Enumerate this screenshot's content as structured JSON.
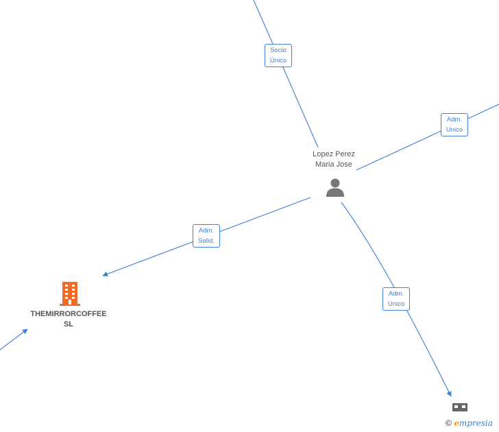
{
  "nodes": {
    "person": {
      "line1": "Lopez Perez",
      "line2": "Maria Jose",
      "icon": "person-icon"
    },
    "company": {
      "line1": "THEMIRRORCOFFEE",
      "line2": "SL",
      "icon": "building-icon",
      "color": "#f26a2a"
    },
    "company_small": {
      "icon": "building-icon",
      "color": "#666666"
    }
  },
  "edges": [
    {
      "id": "socio-unico",
      "line1": "Socio",
      "line2": "Único"
    },
    {
      "id": "adm-unico-top",
      "line1": "Adm.",
      "line2": "Unico"
    },
    {
      "id": "adm-solid",
      "line1": "Adm.",
      "line2": "Solid."
    },
    {
      "id": "adm-unico-bottom",
      "line1": "Adm.",
      "line2": "Unico"
    }
  ],
  "colors": {
    "edge": "#3d7fd0",
    "person_icon": "#777777"
  },
  "watermark": {
    "copyright": "©",
    "brand_initial": "e",
    "brand_rest": "mpresia"
  }
}
